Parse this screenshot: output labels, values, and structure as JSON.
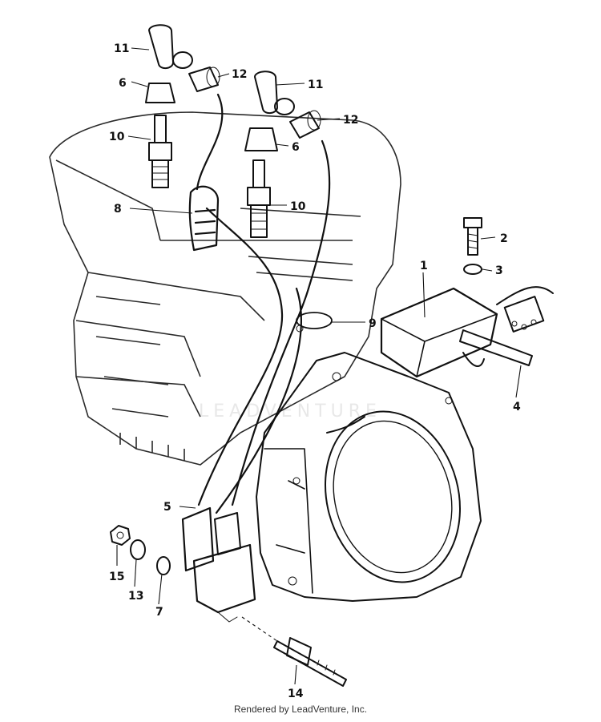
{
  "watermark": "LEADVENTURE",
  "footer": "Rendered by LeadVenture, Inc.",
  "callouts": {
    "c1": "1",
    "c2": "2",
    "c3": "3",
    "c4": "4",
    "c5": "5",
    "c6a": "6",
    "c6b": "6",
    "c7": "7",
    "c8": "8",
    "c9": "9",
    "c10a": "10",
    "c10b": "10",
    "c11a": "11",
    "c11b": "11",
    "c12a": "12",
    "c12b": "12",
    "c13": "13",
    "c14": "14",
    "c15": "15"
  }
}
